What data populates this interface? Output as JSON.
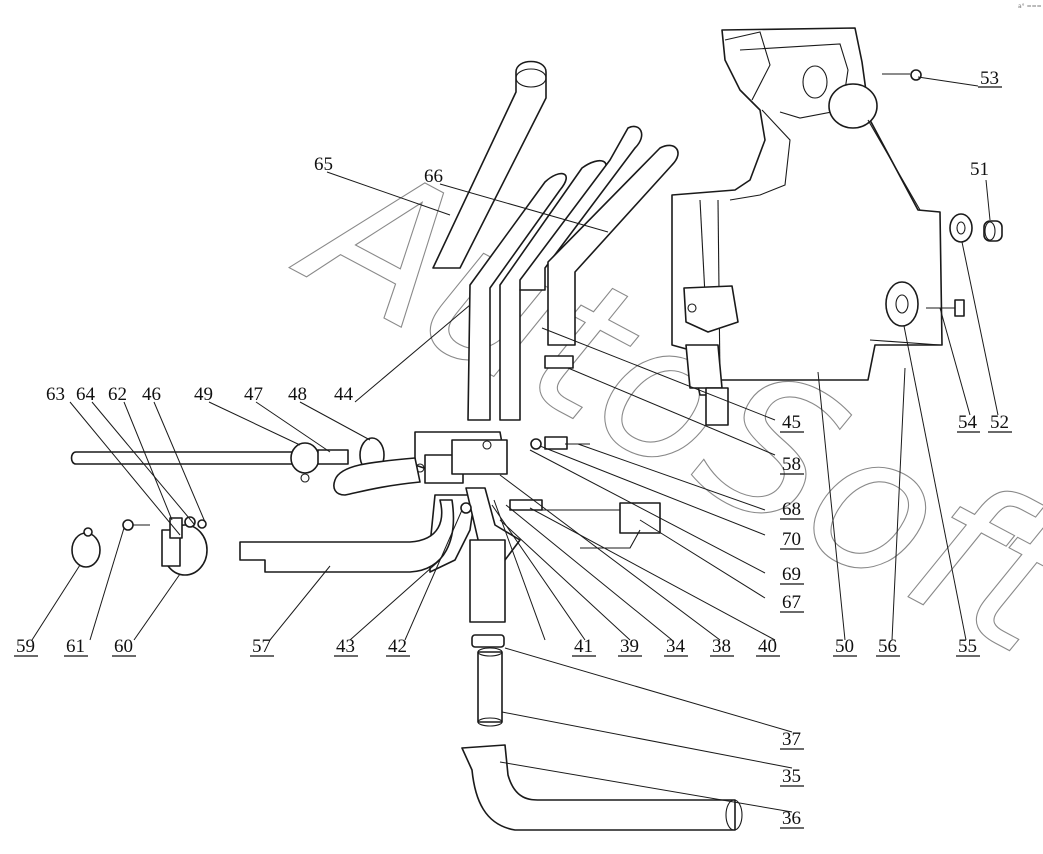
{
  "watermark": "AutoSoft",
  "corner_mark": "a° ===",
  "part_numbers": [
    "34",
    "35",
    "36",
    "37",
    "38",
    "39",
    "40",
    "41",
    "42",
    "43",
    "44",
    "45",
    "46",
    "47",
    "48",
    "49",
    "50",
    "51",
    "52",
    "53",
    "54",
    "55",
    "56",
    "57",
    "58",
    "59",
    "60",
    "61",
    "62",
    "63",
    "64",
    "65",
    "66",
    "67",
    "68",
    "69",
    "70"
  ]
}
